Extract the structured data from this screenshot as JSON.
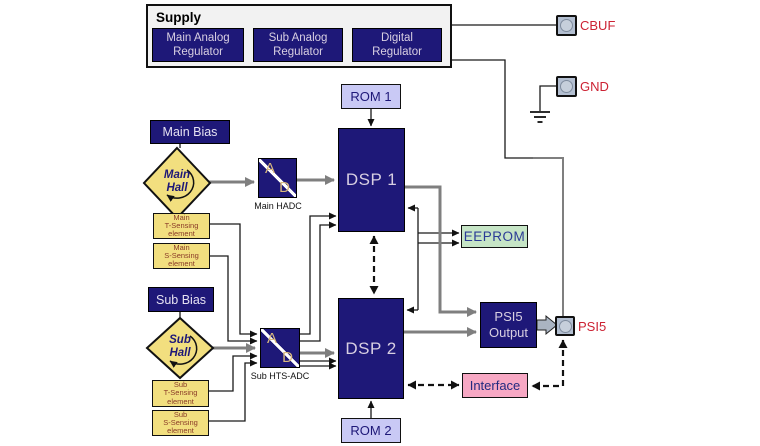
{
  "supply": {
    "title": "Supply",
    "regulators": [
      {
        "line1": "Main Analog",
        "line2": "Regulator"
      },
      {
        "line1": "Sub Analog",
        "line2": "Regulator"
      },
      {
        "line1": "Digital",
        "line2": "Regulator"
      }
    ]
  },
  "pads": {
    "cbuf": "CBUF",
    "gnd": "GND",
    "psi5": "PSI5"
  },
  "core": {
    "rom1": "ROM 1",
    "dsp1": "DSP 1",
    "eeprom": "EEPROM",
    "dsp2": "DSP 2",
    "rom2": "ROM 2",
    "psi5_output": {
      "line1": "PSI5",
      "line2": "Output"
    },
    "interface": "Interface"
  },
  "left_chain": {
    "main_bias": "Main Bias",
    "main_hall": {
      "line1": "Main",
      "line2": "Hall"
    },
    "main_adc": {
      "top": "A",
      "bottom": "D",
      "caption": "Main HADC"
    },
    "main_t_sensing": {
      "line1": "Main",
      "line2": "T-Sensing",
      "line3": "element"
    },
    "main_s_sensing": {
      "line1": "Main",
      "line2": "S-Sensing",
      "line3": "element"
    },
    "sub_bias": "Sub Bias",
    "sub_hall": {
      "line1": "Sub",
      "line2": "Hall"
    },
    "sub_adc": {
      "top": "A",
      "bottom": "D",
      "caption": "Sub HTS-ADC"
    },
    "sub_t_sensing": {
      "line1": "Sub",
      "line2": "T-Sensing",
      "line3": "element"
    },
    "sub_s_sensing": {
      "line1": "Sub",
      "line2": "S-Sensing",
      "line3": "element"
    }
  },
  "colors": {
    "block_navy": "#1e1878",
    "sensor_yellow": "#f2df7f",
    "rom_lavender": "#c9c9f5",
    "eeprom_green": "#c6e5c6",
    "interface_pink": "#f7a8c4",
    "pad_gray": "#b3bfd1",
    "pad_label_red": "#cc2233",
    "wire_gray": "#7f7f7f"
  }
}
